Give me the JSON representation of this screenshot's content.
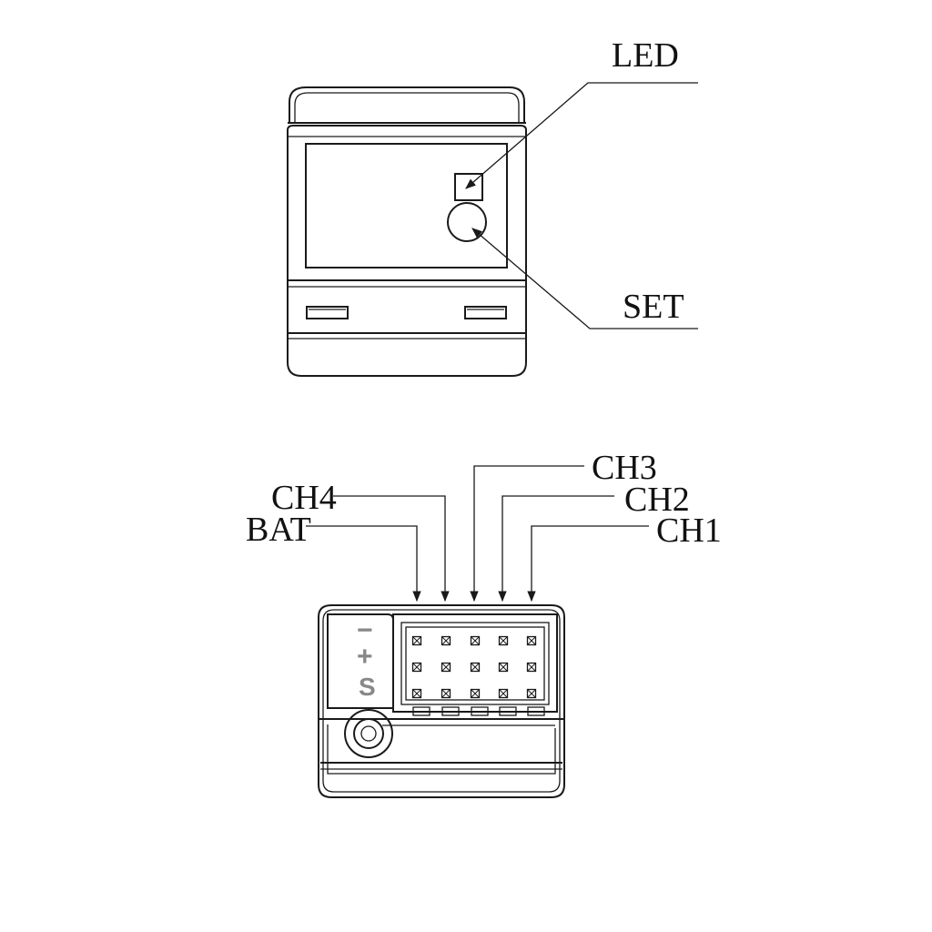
{
  "top_view": {
    "callouts": {
      "led": "LED",
      "set": "SET"
    }
  },
  "bottom_view": {
    "callouts": {
      "ch3": "CH3",
      "ch4": "CH4",
      "ch2": "CH2",
      "bat": "BAT",
      "ch1": "CH1"
    },
    "polarity": {
      "minus": "−",
      "plus": "+",
      "signal": "S"
    }
  }
}
